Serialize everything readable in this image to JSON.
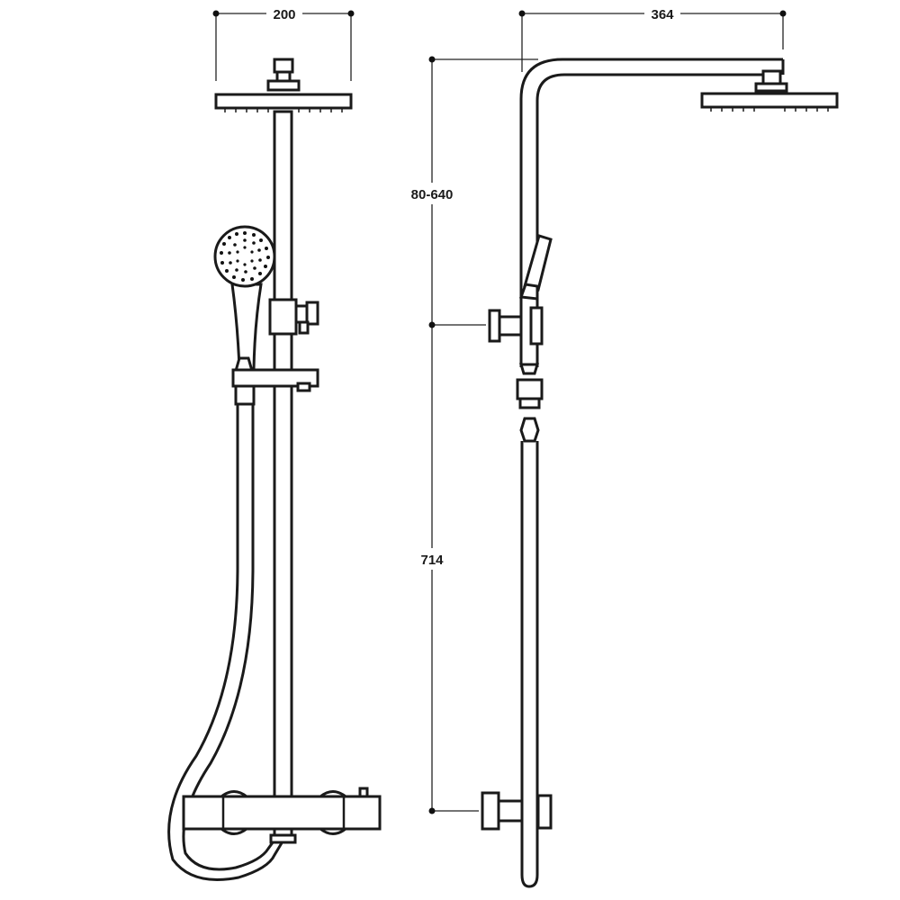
{
  "dimensions": {
    "head_width": "200",
    "arm_projection": "364",
    "height_adjustment": "80-640",
    "valve_to_bracket": "714"
  }
}
